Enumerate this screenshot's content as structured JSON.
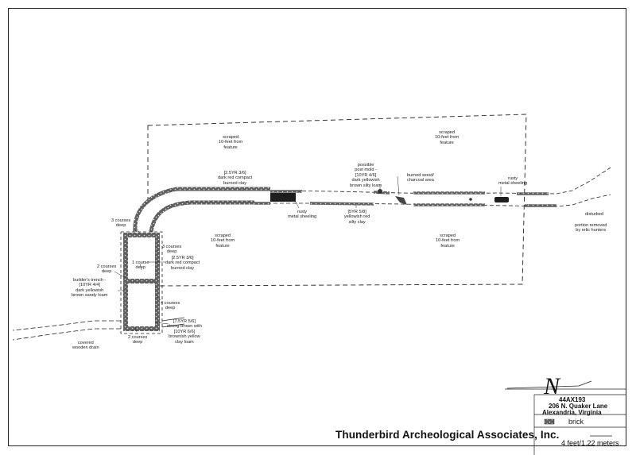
{
  "labels": {
    "scraped_top_left": "scraped\n10-feet from\nfeature",
    "scraped_top_right": "scraped\n10-feet from\nfeature",
    "scraped_bottom_center": "scraped\n10-feet from\nfeature",
    "scraped_bottom_right": "scraped\n10-feet from\nfeature",
    "burned_clay_upper": "[2.5YR 3/6]\ndark red compact\nburned clay",
    "post_mold": "possible\npost mold -\n[10YR 4/6]\ndark yellowish\nbrown silty loam",
    "burned_wood": "burned wood/\ncharcoal area",
    "rusty_metal_right": "rusty\nmetal sheeling",
    "rusty_metal_center": "rusty\nmetal sheeling",
    "red_silty_clay": "[5YR 5/8]\nyellowish red\nsilty clay",
    "disturbed": "disturbed",
    "portion_removed": "portion removed\nby relic hunters",
    "courses_3_top": "3 courses\ndeep",
    "courses_3_right": "3 courses\ndeep",
    "courses_1": "1 course\ndeep",
    "burned_clay_lower": "[2.5YR 3/6]\ndark red compact\nburned clay",
    "courses_2_left": "2 courses\ndeep",
    "builders_trench": "builder's trench -\n[10YR 4/4]\ndark yellowish\nbrown sandy loam",
    "courses_4": "4 courses\ndeep",
    "strong_brown": "[7.5YR 5/6]\nstrong brown with\n[10YR 6/6]\nbrownish yellow\nclay loam",
    "courses_2_bottom": "2 courses\ndeep",
    "covered_drain": "covered\nwooden drain"
  },
  "north_letter": "N",
  "title_block": {
    "site_number": "44AX193",
    "address": "206 N. Quaker Lane",
    "city": "Alexandria, Virginia"
  },
  "legend": {
    "brick_label": "brick"
  },
  "scale": {
    "label": "4 feet/1.22 meters"
  },
  "company": "Thunderbird Archeological Associates, Inc."
}
